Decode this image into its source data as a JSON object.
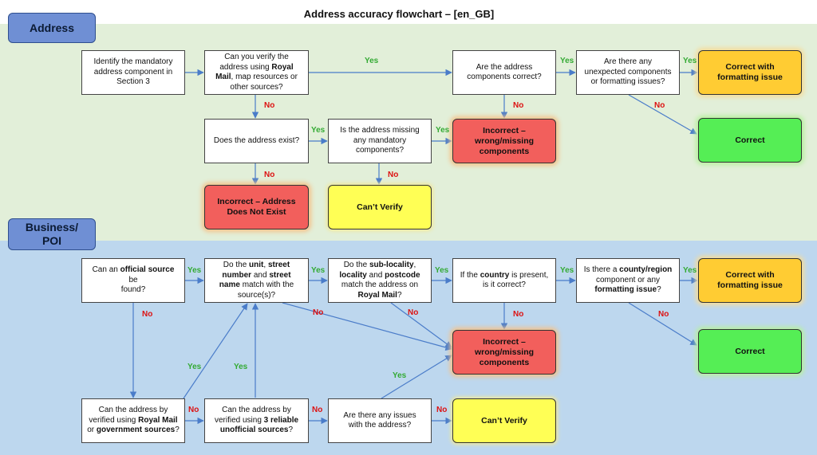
{
  "title": "Address accuracy flowchart – [en_GB]",
  "sections": {
    "address": "Address",
    "business_line1": "Business/",
    "business_line2": "POI"
  },
  "colors": {
    "address_band": "#e2efd9",
    "business_band": "#bdd7ee",
    "arrow": "#4a7cc9",
    "yes_label": "#33aa33",
    "no_label": "#dd1111"
  },
  "labels": {
    "yes": "Yes",
    "no": "No"
  },
  "address": {
    "identify": [
      "Identify the mandatory",
      "address component in",
      "Section 3"
    ],
    "verify": [
      "Can you verify the",
      "address using ",
      "Royal",
      "Mail",
      ", map resources or",
      "other sources?"
    ],
    "components_correct": [
      "Are the address",
      "components correct?"
    ],
    "unexpected": [
      "Are there any",
      "unexpected components",
      "or formatting issues?"
    ],
    "correct_formatting": [
      "Correct with",
      "formatting issue"
    ],
    "correct": "Correct",
    "exist": "Does the address exist?",
    "missing": [
      "Is the address missing",
      "any mandatory",
      "components?"
    ],
    "incorrect_missing": [
      "Incorrect –",
      "wrong/missing",
      "components"
    ],
    "incorrect_not_exist": [
      "Incorrect – Address",
      "Does Not Exist"
    ],
    "cant_verify": "Can’t Verify"
  },
  "business": {
    "official_source": [
      "Can an ",
      "official source",
      " be",
      "found?"
    ],
    "unit_street": [
      "Do the ",
      "unit",
      ", ",
      "street",
      "number",
      " and ",
      "street",
      "name",
      " match with the",
      "source(s)?"
    ],
    "sub_locality": [
      "Do the ",
      "sub-locality",
      ",",
      "locality",
      " and ",
      "postcode",
      "match the address on",
      "Royal Mail",
      "?"
    ],
    "country": [
      "If the ",
      "country",
      " is present,",
      "is it correct?"
    ],
    "county": [
      "Is there a ",
      "county/region",
      "component or any",
      "formatting issue",
      "?"
    ],
    "correct_formatting": [
      "Correct with",
      "formatting issue"
    ],
    "correct": "Correct",
    "incorrect_missing": [
      "Incorrect –",
      "wrong/missing",
      "components"
    ],
    "royal_mail_gov": [
      "Can the address by",
      "verified using ",
      "Royal Mail",
      "or ",
      "government sources",
      "?"
    ],
    "reliable_unofficial": [
      "Can the address by",
      "verified using ",
      "3 reliable",
      "unofficial sources",
      "?"
    ],
    "any_issues": [
      "Are there any issues",
      "with the address?"
    ],
    "cant_verify": "Can’t Verify"
  }
}
